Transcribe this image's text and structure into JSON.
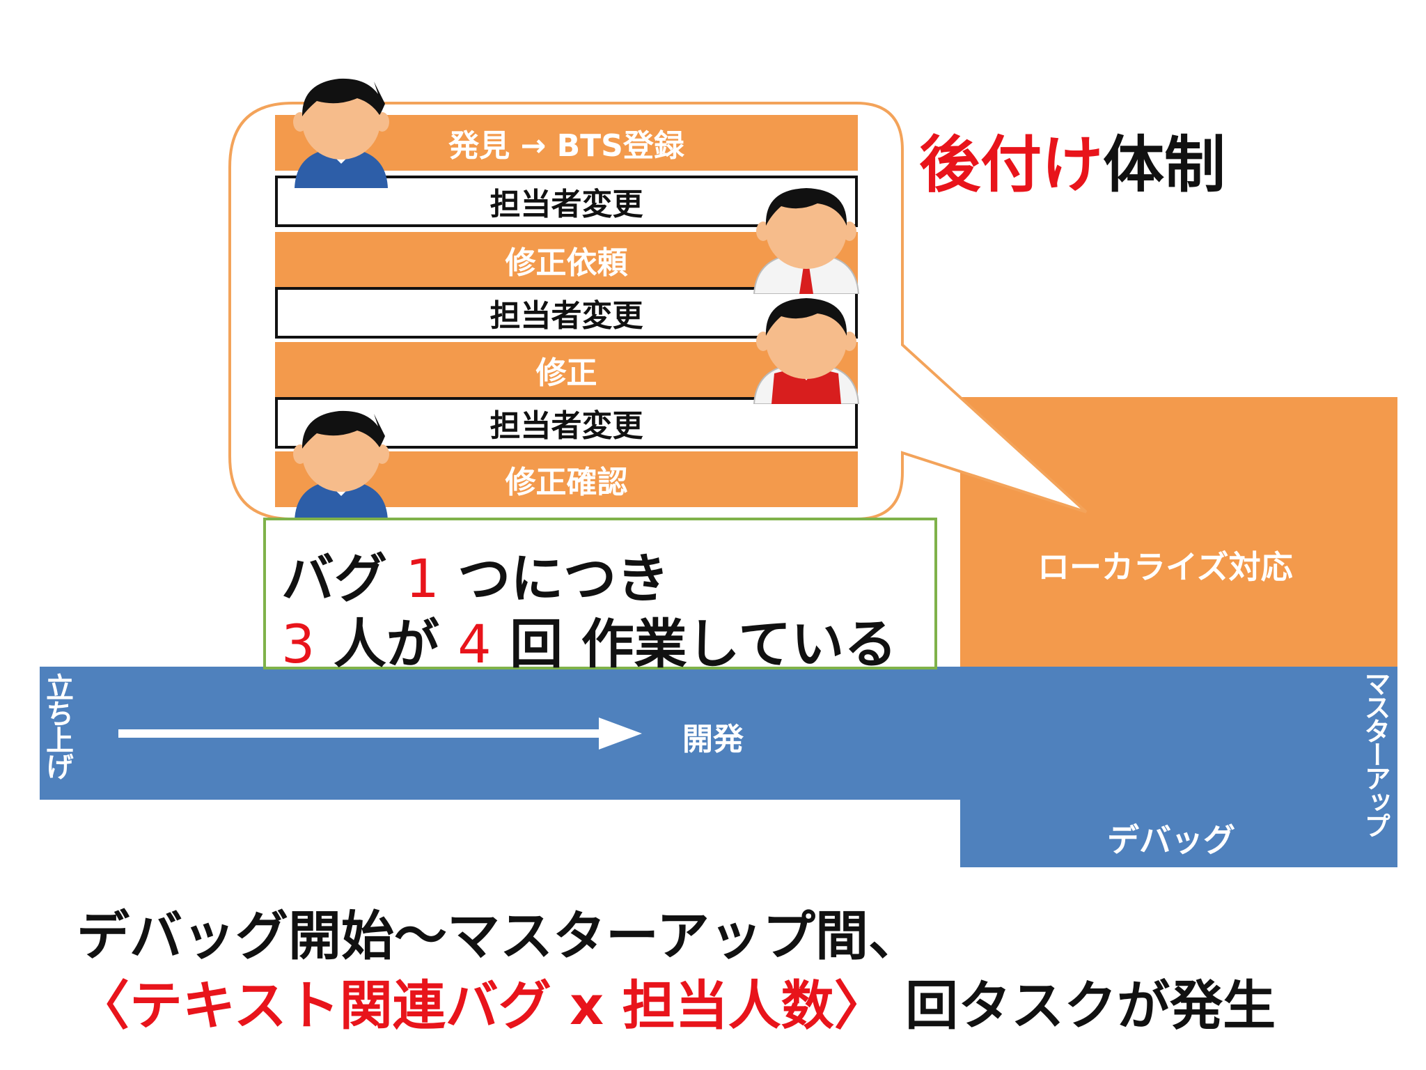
{
  "title": {
    "red": "後付け",
    "black": "体制"
  },
  "tasks": [
    {
      "label": "発見 → BTS登録",
      "style": "orange"
    },
    {
      "label": "担当者変更",
      "style": "white"
    },
    {
      "label": "修正依頼",
      "style": "orange"
    },
    {
      "label": "担当者変更",
      "style": "white"
    },
    {
      "label": "修正",
      "style": "orange"
    },
    {
      "label": "担当者変更",
      "style": "white"
    },
    {
      "label": "修正確認",
      "style": "orange"
    }
  ],
  "note": {
    "line1_a": "バグ",
    "line1_num": "1",
    "line1_b": "つにつき",
    "line2_num1": "3",
    "line2_a": "人が",
    "line2_num2": "4",
    "line2_b": "回 作業している"
  },
  "timeline": {
    "startup": "立ち上げ",
    "development": "開発",
    "localize": "ローカライズ対応",
    "debug": "デバッグ",
    "masterup": "マスターアップ"
  },
  "summary": {
    "line1": "デバッグ開始〜マスターアップ間、",
    "line2_red": "〈テキスト関連バグ x 担当人数〉",
    "line2_black": "回タスクが発生"
  },
  "colors": {
    "orange": "#f39a4c",
    "blue": "#4f81bd",
    "red": "#e8141b",
    "green_border": "#7fb24a",
    "bubble_border": "#f3a35a"
  },
  "icons": [
    "person-blue-shirt-icon",
    "person-red-tie-icon",
    "person-red-vest-icon"
  ]
}
